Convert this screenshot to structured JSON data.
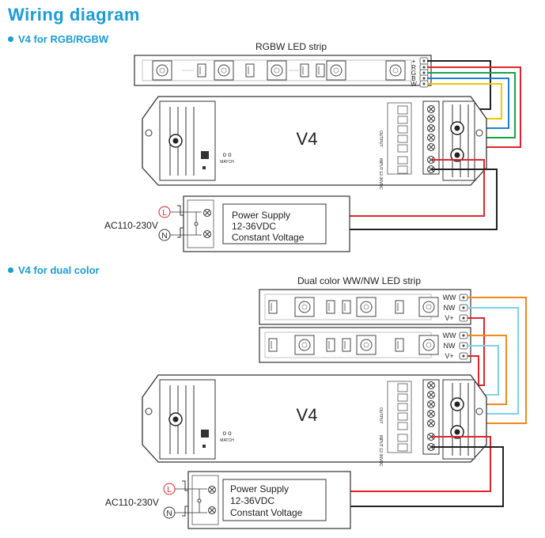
{
  "title": "Wiring diagram",
  "section1": {
    "heading": "V4 for RGB/RGBW",
    "strip_label": "RGBW LED strip",
    "terminals": [
      "+",
      "R",
      "G",
      "B",
      "W"
    ],
    "controller_name": "V4",
    "match_label": "MATCH",
    "output_label": "OUTPUT",
    "input_label": "INPUT 12-36VDC",
    "psu_line1": "Power Supply",
    "psu_line2": "12-36VDC",
    "psu_line3": "Constant Voltage",
    "ac_label": "AC110-230V",
    "L": "L",
    "N": "N"
  },
  "section2": {
    "heading": "V4 for dual color",
    "strip_label": "Dual color WW/NW LED strip",
    "terminals": [
      "WW",
      "NW",
      "V+"
    ],
    "controller_name": "V4",
    "match_label": "MATCH",
    "output_label": "OUTPUT",
    "input_label": "INPUT 12-36VDC",
    "psu_line1": "Power Supply",
    "psu_line2": "12-36VDC",
    "psu_line3": "Constant Voltage",
    "ac_label": "AC110-230V",
    "L": "L",
    "N": "N"
  },
  "colors": {
    "accent": "#1a9cd8",
    "red": "#e0232b",
    "green": "#1aa34a",
    "blue": "#1f7fd4",
    "yellow": "#f6c500",
    "orange": "#f08a1c",
    "lightblue": "#7fd0ea",
    "black": "#222222"
  }
}
